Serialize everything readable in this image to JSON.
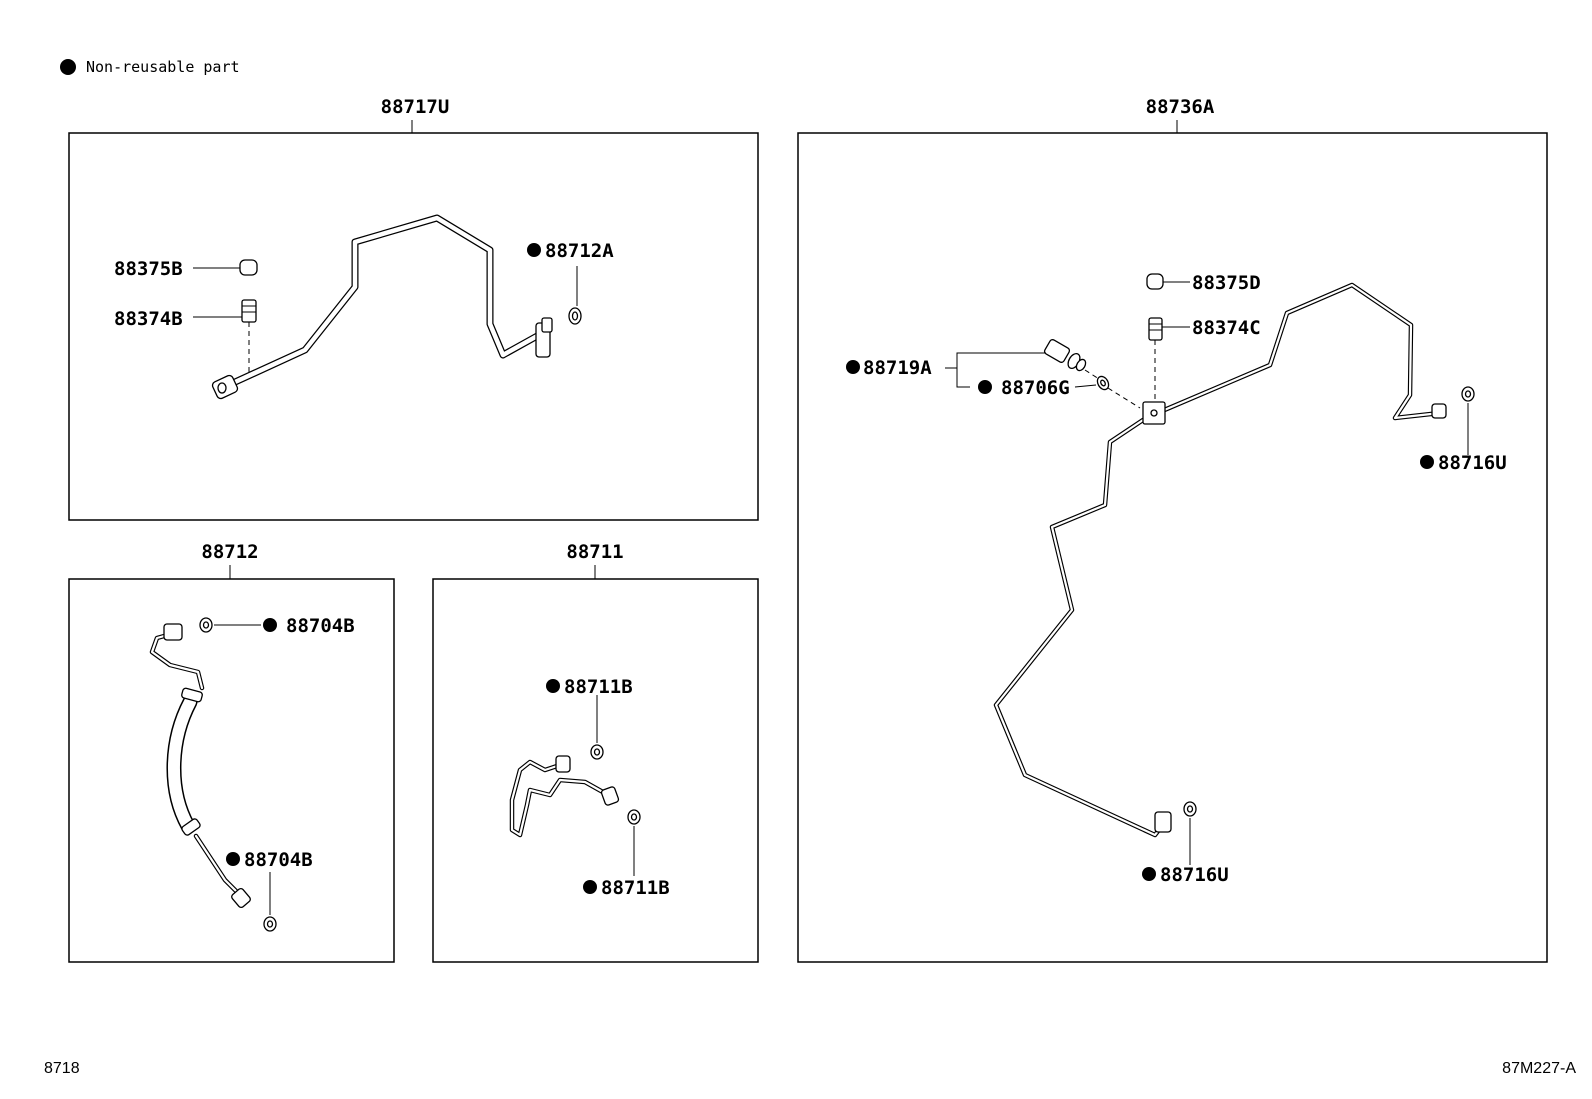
{
  "legend": {
    "text": "Non-reusable part"
  },
  "panels": {
    "p88717u": {
      "title": "88717U",
      "labels": [
        "88375B",
        "88374B",
        "88712A"
      ]
    },
    "p88712": {
      "title": "88712",
      "labels": [
        "88704B",
        "88704B"
      ]
    },
    "p88711": {
      "title": "88711",
      "labels": [
        "88711B",
        "88711B"
      ]
    },
    "p88736a": {
      "title": "88736A",
      "labels": [
        "88375D",
        "88374C",
        "88719A",
        "88706G",
        "88716U",
        "88716U"
      ]
    }
  },
  "footer": {
    "left": "8718",
    "right": "87M227-A"
  }
}
